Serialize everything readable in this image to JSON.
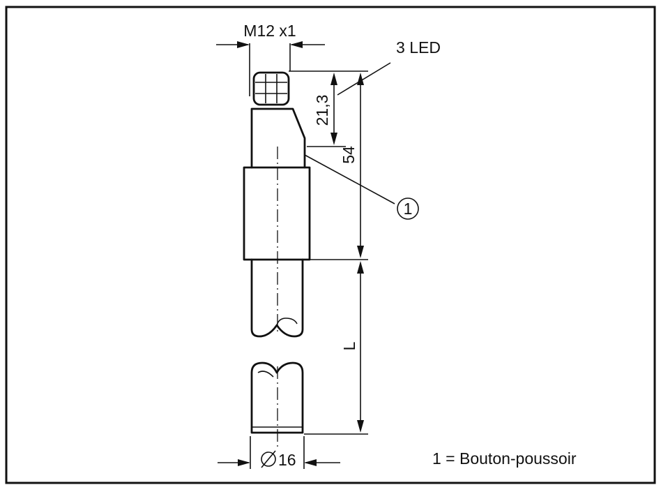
{
  "labels": {
    "thread": "M12 x1",
    "led": "3 LED",
    "dim_connector": "21,3",
    "dim_housing": "54",
    "dim_length": "L",
    "callout_number": "1",
    "diameter_value": "16",
    "legend": "1 = Bouton-poussoir"
  },
  "icons": {
    "diameter": "diameter-symbol"
  }
}
